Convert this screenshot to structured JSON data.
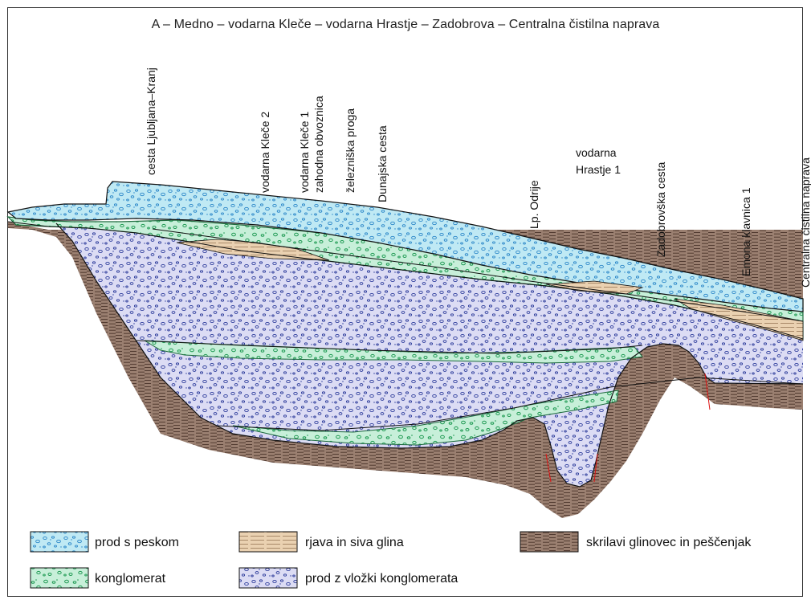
{
  "title": "A – Medno – vodarna Kleče – vodarna Hrastje – Zadobrova – Centralna čistilna naprava",
  "section_labels": [
    "cesta Ljubljana–Kranj",
    "vodarna Kleče 2",
    "vodarna Kleče 1",
    "zahodna obvoznica",
    "železniška proga",
    "Dunajska cesta",
    "Lp. Odrije",
    "vodarna",
    "Hrastje 1",
    "Zadobrovška cesta",
    "Emona klavnica 1",
    "Centralna čistilna naprava"
  ],
  "legend": [
    {
      "label": "prod s peskom",
      "pattern": "gravel-sand",
      "color": "#7fd6ea"
    },
    {
      "label": "rjava in siva glina",
      "pattern": "clay",
      "color": "#e6c9a6"
    },
    {
      "label": "skrilavi glinovec in peščenjak",
      "pattern": "shale",
      "color": "#8a6d5e"
    },
    {
      "label": "konglomerat",
      "pattern": "conglomerate",
      "color": "#a6e6c8"
    },
    {
      "label": "prod z vložki konglomerata",
      "pattern": "gravel-conglomerate",
      "color": "#c4c6ee"
    }
  ]
}
